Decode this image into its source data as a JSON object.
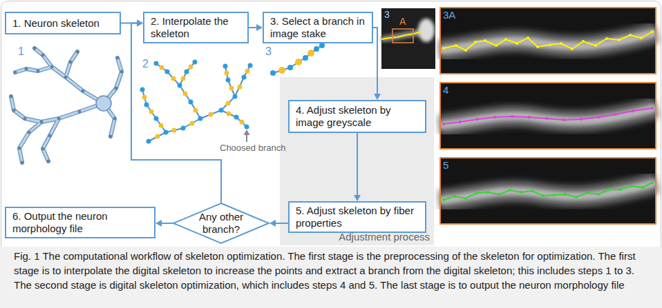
{
  "diagram": {
    "caption": "Fig. 1 The computational workflow of skeleton optimization. The first stage is the preprocessing of the skeleton for optimization. The first stage is to interpolate the digital skeleton to increase the points and extract a branch from the digital skeleton; this includes steps 1 to 3. The second stage is digital skeleton optimization, which includes steps 4 and 5. The last stage is to output the neuron morphology file",
    "nodes": [
      {
        "text": [
          "1. Neuron skeleton"
        ]
      },
      {
        "text": [
          "2. Interpolate the skeleton"
        ]
      },
      {
        "text": [
          "3. Select a branch in image stake"
        ]
      },
      {
        "text": [
          "Adjustment process"
        ]
      },
      {
        "text": [
          "4. Adjust skeleton by image greyscale"
        ],
        "in": 3
      },
      {
        "text": [
          "5. Adjust skeleton by fiber properties"
        ],
        "in": 3
      },
      {
        "text": [
          "Any other branch?"
        ]
      },
      {
        "text": [
          "6. Output the neuron morphology file"
        ]
      }
    ],
    "edges": [
      {
        "from": 0,
        "to": 1,
        "arrow": "to"
      },
      {
        "from": 1,
        "to": 2,
        "arrow": "to"
      },
      {
        "from": 2,
        "to": 4,
        "arrow": "to"
      },
      {
        "from": 4,
        "to": 5,
        "arrow": "to"
      },
      {
        "from": 5,
        "to": 6,
        "arrow": "to"
      },
      {
        "from": 6,
        "to": 7,
        "arrow": "to"
      },
      {
        "from": 6,
        "to": 1,
        "arrow": "to"
      }
    ],
    "labels": [
      "1",
      "2",
      "Choosed branch",
      "3",
      "3",
      "A",
      "3A",
      "4",
      "5"
    ]
  }
}
